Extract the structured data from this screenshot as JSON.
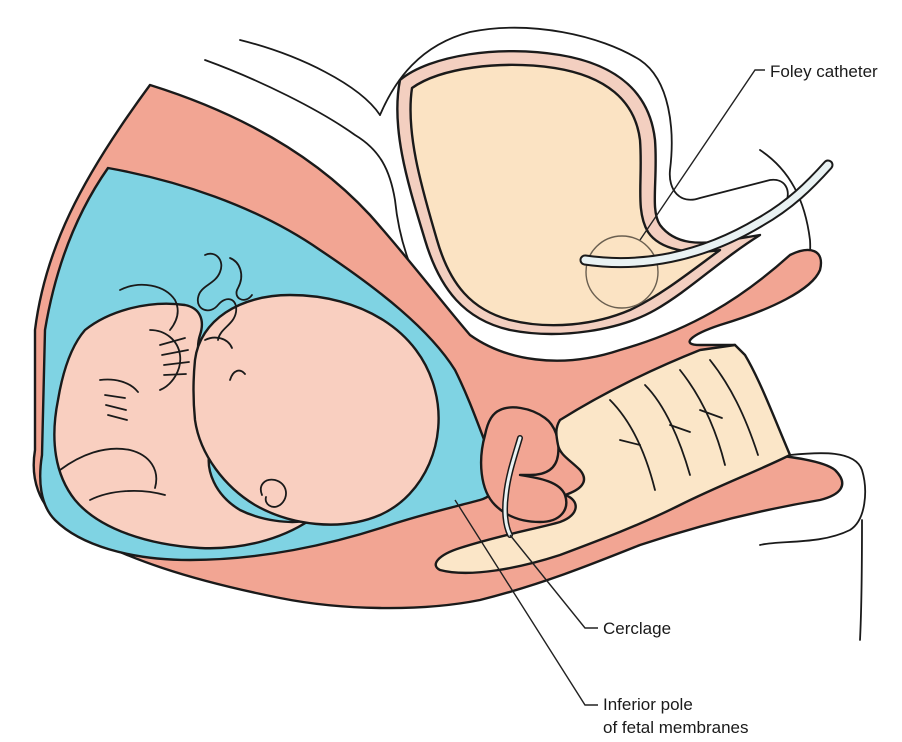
{
  "labels": {
    "foley": "Foley catheter",
    "cerclage": "Cerclage",
    "membranes_line1": "Inferior pole",
    "membranes_line2": "of fetal membranes"
  },
  "colors": {
    "amniotic_fluid": "#7fd3e3",
    "uterine_wall": "#f2a593",
    "fetal_skin": "#f9cfc0",
    "bladder": "#fbe3c3",
    "vagina": "#fbe6c8",
    "outline": "#1a1a1a",
    "background": "#ffffff"
  }
}
